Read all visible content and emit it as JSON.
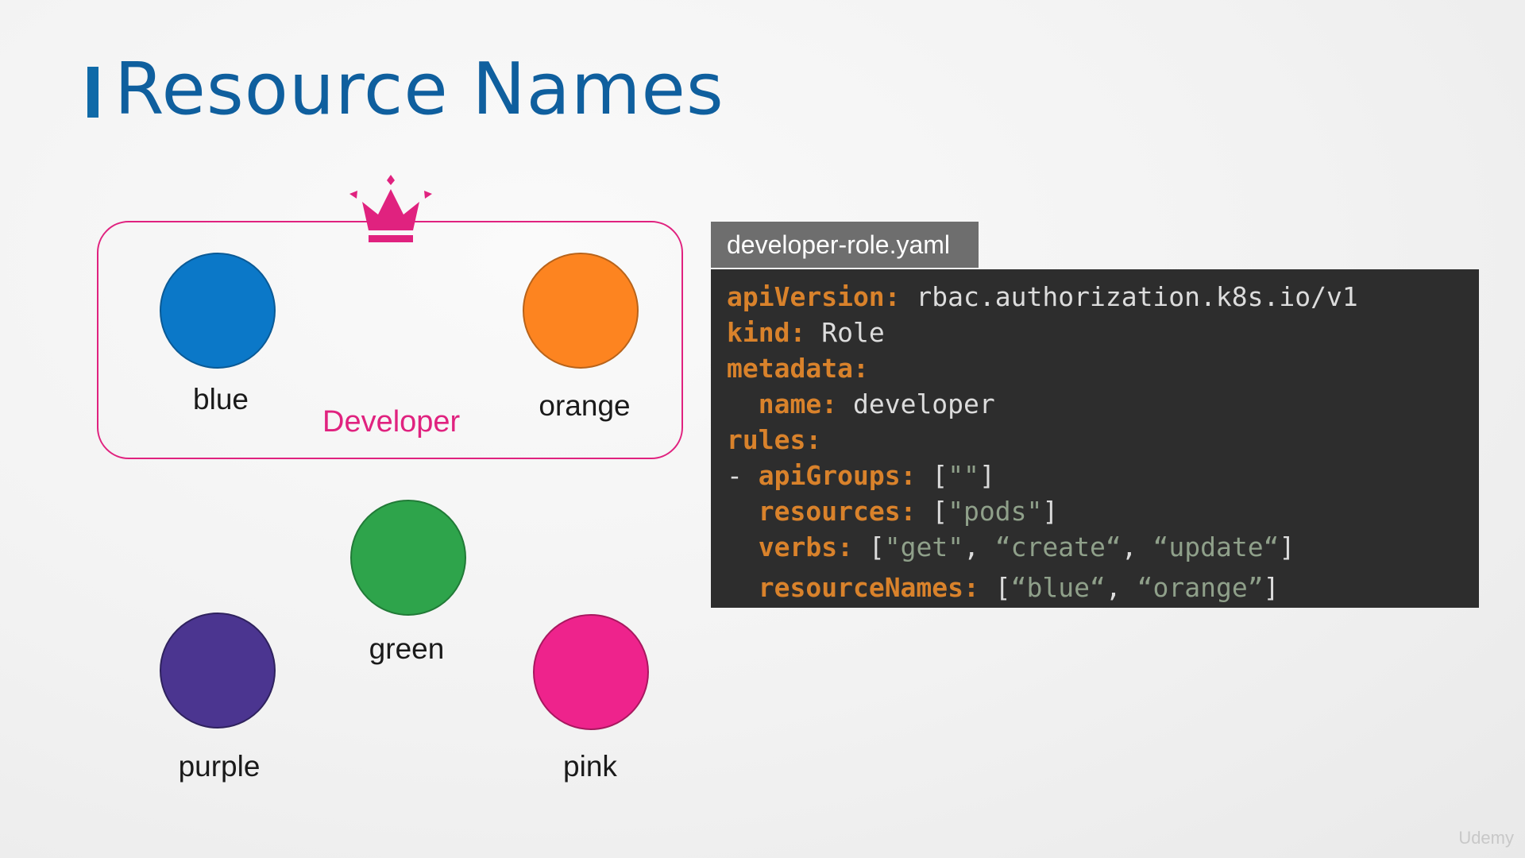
{
  "slide": {
    "title": "Resource Names",
    "accent_color": "#0f6aa8",
    "group_label": "Developer",
    "group_color": "#e0227f",
    "crown_icon": "crown-icon"
  },
  "resources": {
    "blue": {
      "label": "blue",
      "color": "#0b78c8"
    },
    "orange": {
      "label": "orange",
      "color": "#fd8420"
    },
    "green": {
      "label": "green",
      "color": "#2ea44b"
    },
    "purple": {
      "label": "purple",
      "color": "#4b3590"
    },
    "pink": {
      "label": "pink",
      "color": "#ee238c"
    }
  },
  "code": {
    "filename": "developer-role.yaml",
    "lines": {
      "l1": {
        "key": "apiVersion:",
        "value": "rbac.authorization.k8s.io/v1"
      },
      "l2": {
        "key": "kind:",
        "value": "Role"
      },
      "l3": {
        "key": "metadata:"
      },
      "l4": {
        "key": "name:",
        "value": "developer"
      },
      "l5": {
        "key": "rules:"
      },
      "l6": {
        "dash": "-",
        "key": "apiGroups:",
        "open": "[",
        "s1": "\"\"",
        "close": "]"
      },
      "l7": {
        "key": "resources:",
        "open": "[",
        "s1": "\"pods\"",
        "close": "]"
      },
      "l8": {
        "key": "verbs:",
        "open": "[",
        "s1": "\"get\"",
        "sep1": ",",
        "s2": "“create“",
        "sep2": ",",
        "s3": "“update“",
        "close": "]"
      },
      "l9": {
        "key": "resourceNames:",
        "open": "[",
        "s1": "“blue“",
        "sep1": ",",
        "s2": "“orange”",
        "close": "]"
      }
    }
  },
  "watermark": "Udemy"
}
